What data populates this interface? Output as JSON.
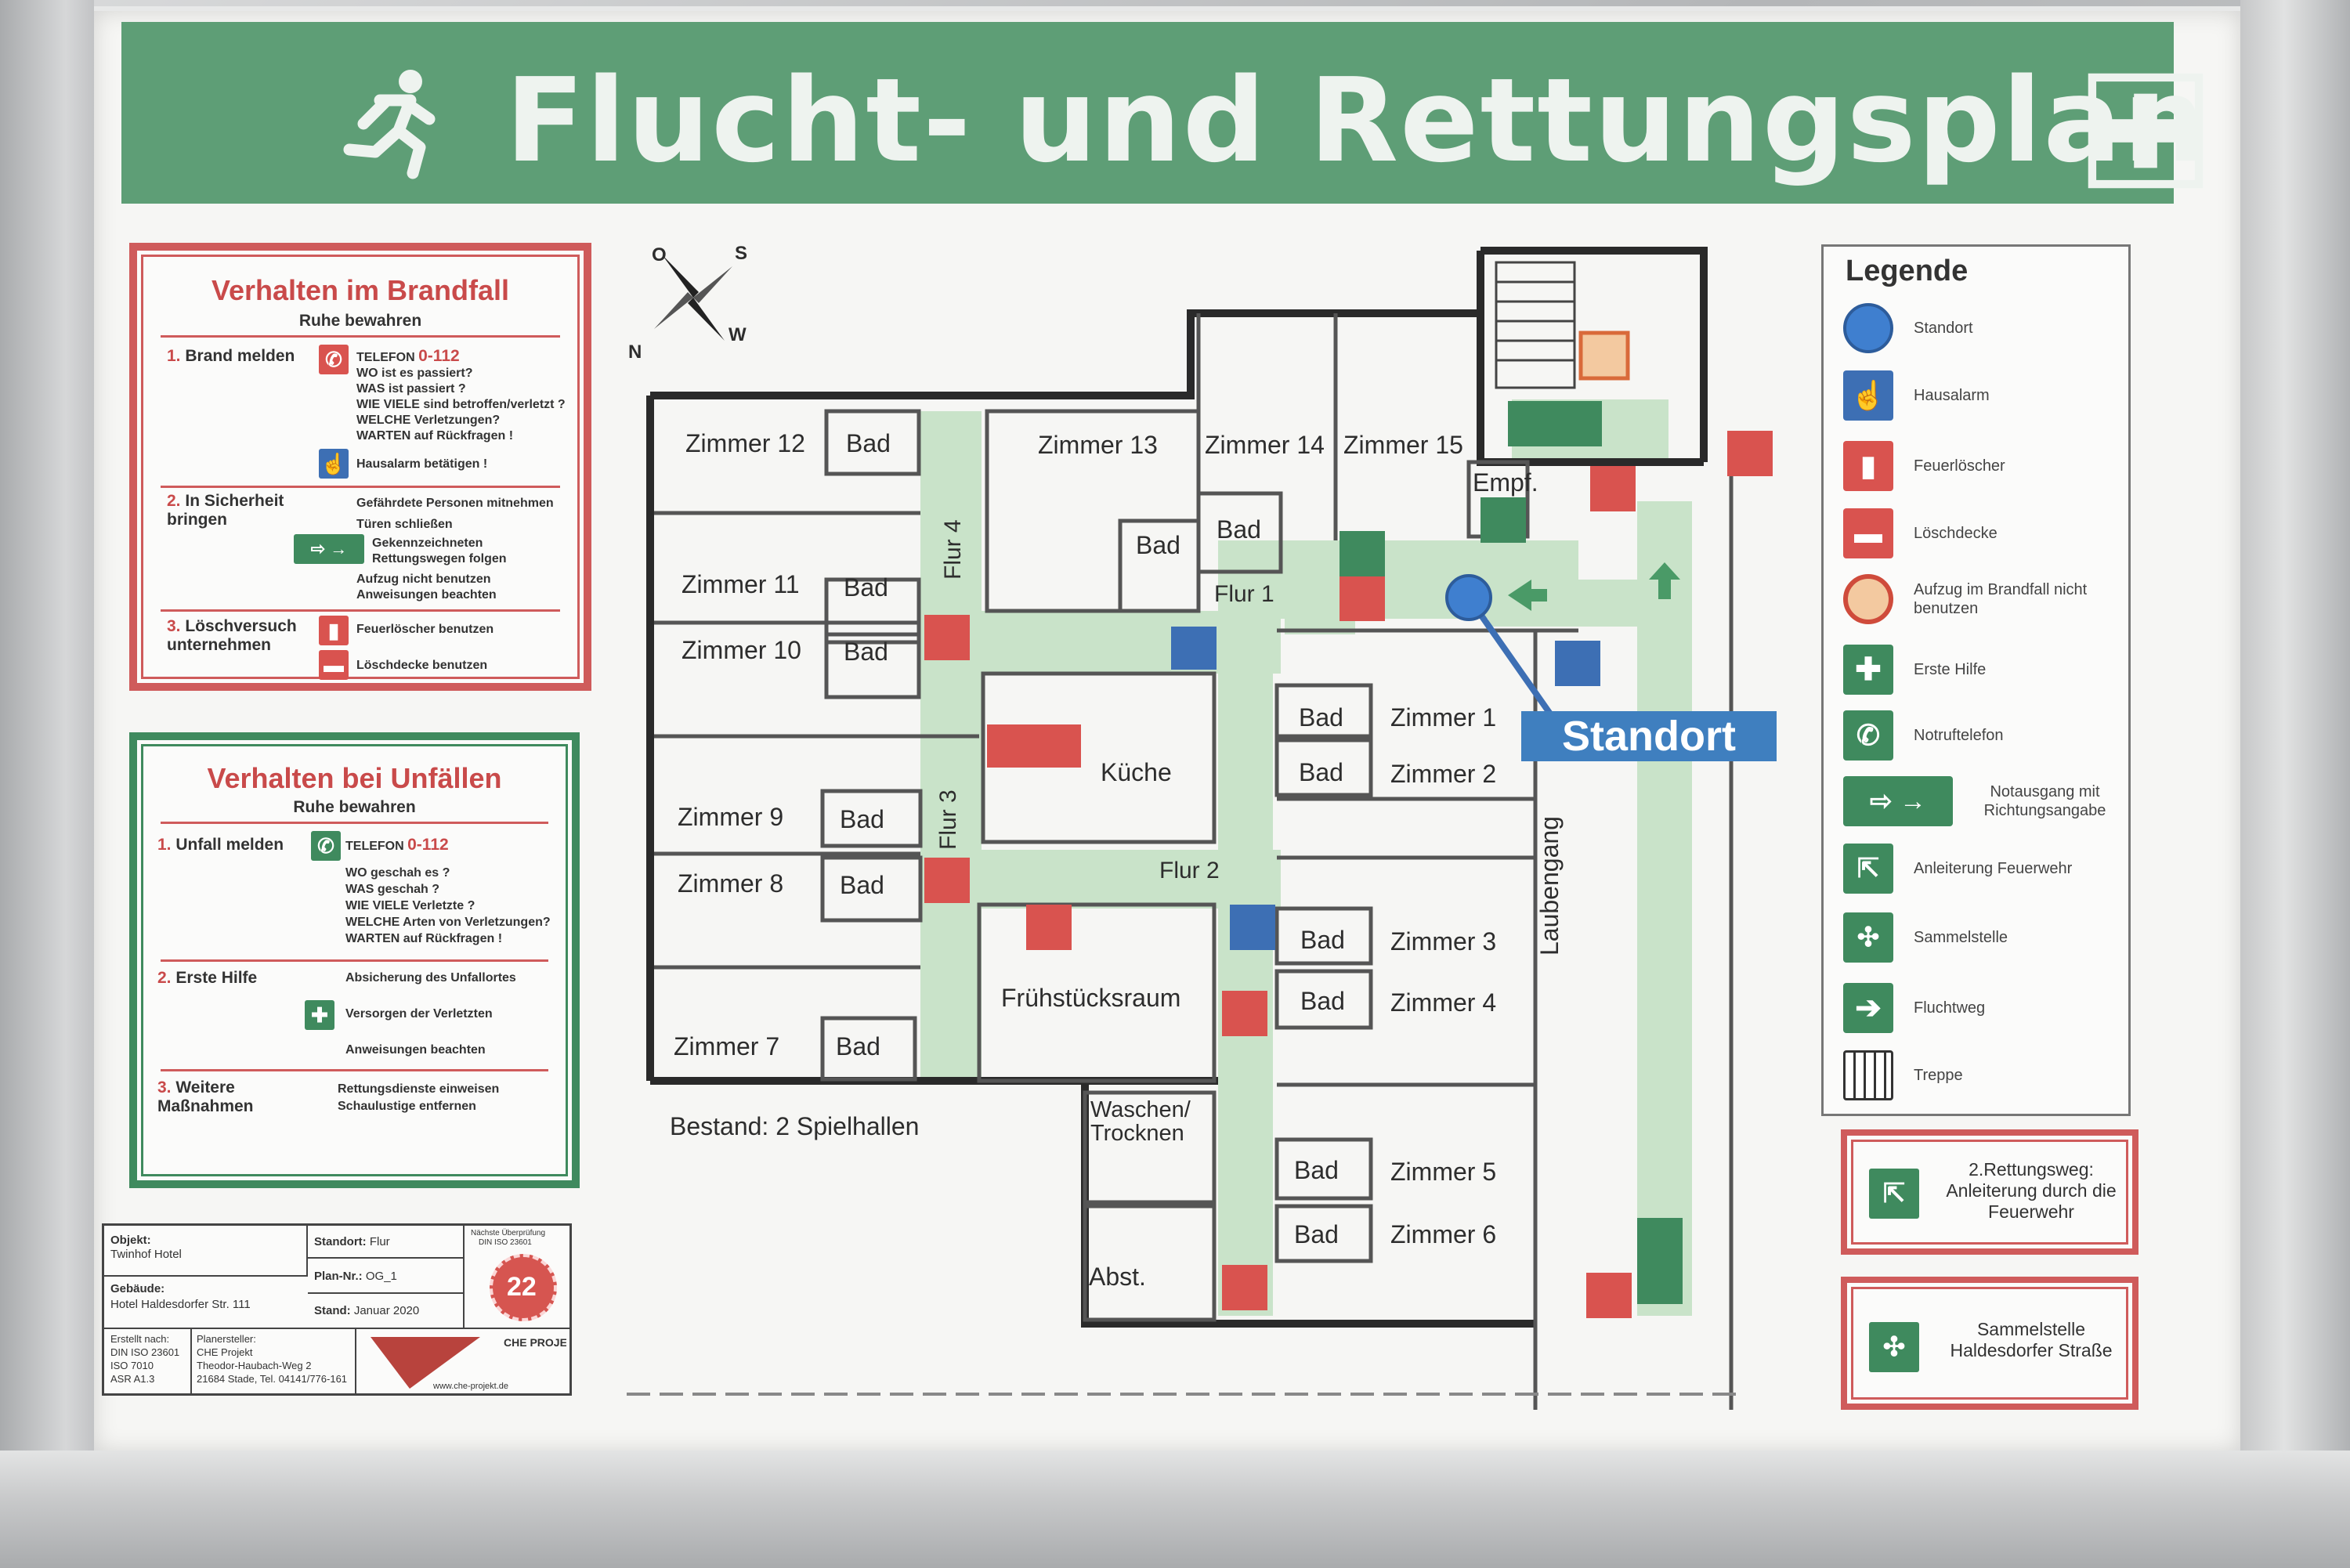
{
  "header": {
    "title": "Flucht- und Rettungsplan"
  },
  "fire_panel": {
    "title": "Verhalten im Brandfall",
    "subtitle": "Ruhe bewahren",
    "steps": [
      {
        "num": "1.",
        "label": "Brand melden",
        "lines": [
          "TELEFON",
          "0-112",
          "WO ist es passiert?",
          "WAS ist passiert ?",
          "WIE VIELE sind betroffen/verletzt ?",
          "WELCHE Verletzungen?",
          "WARTEN auf Rückfragen !",
          "Hausalarm betätigen !"
        ]
      },
      {
        "num": "2.",
        "label": "In Sicherheit bringen",
        "lines": [
          "Gefährdete Personen mitnehmen",
          "Türen schließen",
          "Gekennzeichneten",
          "Rettungswegen folgen",
          "Aufzug nicht benutzen",
          "Anweisungen beachten"
        ]
      },
      {
        "num": "3.",
        "label": "Löschversuch unternehmen",
        "lines": [
          "Feuerlöscher benutzen",
          "Löschdecke benutzen"
        ]
      }
    ]
  },
  "accident_panel": {
    "title": "Verhalten bei Unfällen",
    "subtitle": "Ruhe bewahren",
    "steps": [
      {
        "num": "1.",
        "label": "Unfall melden",
        "lines": [
          "TELEFON",
          "0-112",
          "WO geschah es ?",
          "WAS geschah ?",
          "WIE VIELE Verletzte ?",
          "WELCHE Arten von Verletzungen?",
          "WARTEN auf Rückfragen !"
        ]
      },
      {
        "num": "2.",
        "label": "Erste Hilfe",
        "lines": [
          "Absicherung des Unfallortes",
          "Versorgen der Verletzten",
          "Anweisungen beachten"
        ]
      },
      {
        "num": "3.",
        "label": "Weitere Maßnahmen",
        "lines": [
          "Rettungsdienste einweisen",
          "Schaulustige entfernen"
        ]
      }
    ]
  },
  "compass": {
    "labels": [
      "O",
      "S",
      "N",
      "W"
    ]
  },
  "plan": {
    "rooms": {
      "zimmer12": "Zimmer 12",
      "zimmer11": "Zimmer 11",
      "zimmer10": "Zimmer 10",
      "zimmer9": "Zimmer 9",
      "zimmer8": "Zimmer 8",
      "zimmer7": "Zimmer 7",
      "zimmer13": "Zimmer 13",
      "zimmer14": "Zimmer 14",
      "zimmer15": "Zimmer 15",
      "zimmer1": "Zimmer 1",
      "zimmer2": "Zimmer 2",
      "zimmer3": "Zimmer 3",
      "zimmer4": "Zimmer 4",
      "zimmer5": "Zimmer 5",
      "zimmer6": "Zimmer 6",
      "bad": "Bad",
      "kueche": "Küche",
      "fruehstueck": "Frühstücksraum",
      "waschen": "Waschen/ Trocknen",
      "abst": "Abst.",
      "empf": "Empf.",
      "bestand": "Bestand: 2 Spielhallen",
      "laubengang": "Laubengang"
    },
    "corridors": {
      "flur1": "Flur 1",
      "flur2": "Flur 2",
      "flur3": "Flur 3",
      "flur4": "Flur 4"
    },
    "standort": "Standort"
  },
  "legend": {
    "title": "Legende",
    "items": [
      "Standort",
      "Hausalarm",
      "Feuerlöscher",
      "Löschdecke",
      "Aufzug im Brandfall nicht benutzen",
      "Erste Hilfe",
      "Notruftelefon",
      "Notausgang mit Richtungsangabe",
      "Anleiterung Feuerwehr",
      "Sammelstelle",
      "Fluchtweg",
      "Treppe"
    ]
  },
  "rescue_box": {
    "text": "2.Rettungsweg: Anleiterung durch die Feuerwehr"
  },
  "assembly_box": {
    "text": "Sammelstelle Haldesdorfer Straße"
  },
  "title_block": {
    "objekt_label": "Objekt:",
    "objekt": "Twinhof Hotel",
    "standort_label": "Standort:",
    "standort": "Flur",
    "gebaeude_label": "Gebäude:",
    "gebaeude": "Hotel Haldesdorfer Str. 111",
    "plan_label": "Plan-Nr.:",
    "plan": "OG_1",
    "stand_label": "Stand:",
    "stand": "Januar 2020",
    "erstellt": [
      "Erstellt nach:",
      "DIN ISO 23601",
      "ISO 7010",
      "ASR A1.3"
    ],
    "planer": [
      "Planersteller:",
      "CHE Projekt",
      "Theodor-Haubach-Weg 2",
      "21684 Stade, Tel. 04141/776-161"
    ],
    "pruefung": [
      "Nächste Überprüfung",
      "DIN ISO 23601"
    ],
    "pruefung_year": "22",
    "logo": "CHE PROJEKT",
    "web": "www.che-projekt.de"
  }
}
